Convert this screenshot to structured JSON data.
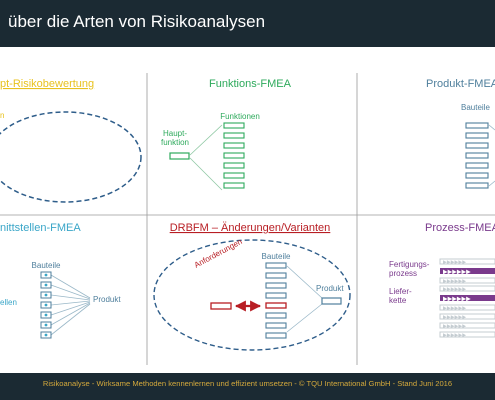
{
  "header": {
    "title": "über die Arten von Risikoanalysen"
  },
  "footer": {
    "text": "Risikoanalyse - Wirksame Methoden  kennenlernen  und effizient umsetzen - © TQU International GmbH - Stand Juni 2016"
  },
  "colors": {
    "header_bg": "#1b2a33",
    "footer_text": "#d4a93c",
    "konzept": "#e8c21e",
    "konzept_ellipse": "#2e5d8a",
    "funktion": "#2eaa5c",
    "produkt": "#4f7f9c",
    "schnittstelle": "#3aa6c8",
    "drbfm": "#b81e24",
    "prozess": "#7a3a8c",
    "divider": "#9a9a9a"
  },
  "panels": {
    "konzept": {
      "title": "pt-Risikobewertung"
    },
    "funktion": {
      "title": "Funktions-FMEA",
      "label_left": [
        "Haupt-",
        "funktion"
      ],
      "label_top": "Funktionen"
    },
    "produkt": {
      "title": "Produkt-FMEA",
      "label_top": "Bauteile"
    },
    "schnittstelle": {
      "title": "nittstellen-FMEA",
      "label_top": "Bauteile",
      "label_right": "Produkt",
      "label_left": "ellen"
    },
    "drbfm": {
      "title": "DRBFM – Änderungen/Varianten",
      "label_arc": "Anforderungen",
      "label_top": "Bauteile",
      "label_right": "Produkt"
    },
    "prozess": {
      "title": "Prozess-FMEA",
      "label_1": [
        "Fertigungs-",
        "prozess"
      ],
      "label_2": [
        "Liefer-",
        "kette"
      ]
    }
  }
}
